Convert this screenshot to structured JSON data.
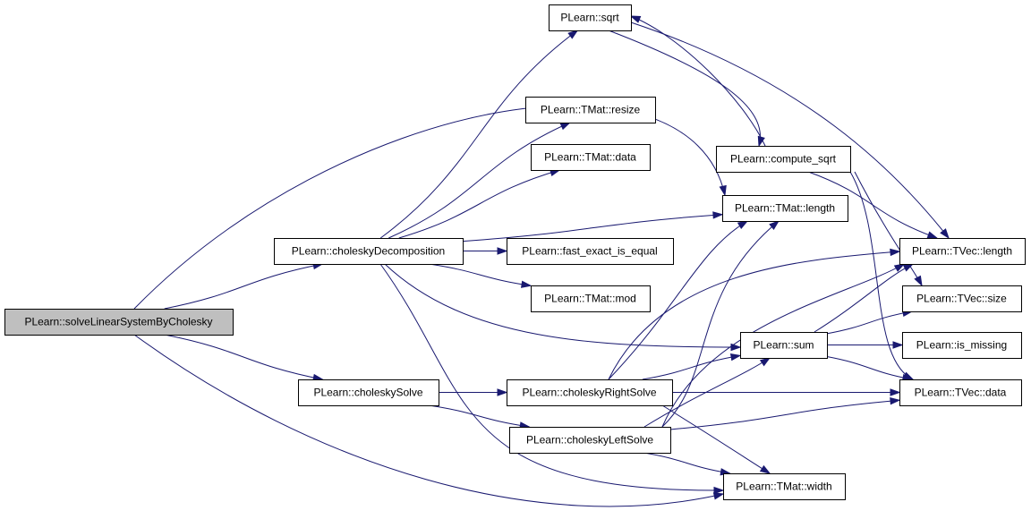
{
  "diagram": {
    "type": "call-graph",
    "colors": {
      "edge": "#191970",
      "root_fill": "#bfbfbf",
      "node_fill": "#ffffff",
      "border": "#000000"
    },
    "nodes": [
      {
        "id": "solve",
        "label": "PLearn::solveLinearSystemByCholesky",
        "root": true
      },
      {
        "id": "chol",
        "label": "PLearn::choleskyDecomposition"
      },
      {
        "id": "cholsolve",
        "label": "PLearn::choleskySolve"
      },
      {
        "id": "sqrt",
        "label": "PLearn::sqrt"
      },
      {
        "id": "resize",
        "label": "PLearn::TMat::resize"
      },
      {
        "id": "tmatdata",
        "label": "PLearn::TMat::data"
      },
      {
        "id": "fastequal",
        "label": "PLearn::fast_exact_is_equal"
      },
      {
        "id": "mod",
        "label": "PLearn::TMat::mod"
      },
      {
        "id": "rightsolve",
        "label": "PLearn::choleskyRightSolve"
      },
      {
        "id": "leftsolve",
        "label": "PLearn::choleskyLeftSolve"
      },
      {
        "id": "computesqrt",
        "label": "PLearn::compute_sqrt"
      },
      {
        "id": "tmatlength",
        "label": "PLearn::TMat::length"
      },
      {
        "id": "sum",
        "label": "PLearn::sum"
      },
      {
        "id": "tmatwidth",
        "label": "PLearn::TMat::width"
      },
      {
        "id": "tveclength",
        "label": "PLearn::TVec::length"
      },
      {
        "id": "tvecsize",
        "label": "PLearn::TVec::size"
      },
      {
        "id": "ismissing",
        "label": "PLearn::is_missing"
      },
      {
        "id": "tvecdata",
        "label": "PLearn::TVec::data"
      }
    ],
    "edges": [
      {
        "from": "solve",
        "to": "chol"
      },
      {
        "from": "solve",
        "to": "cholsolve"
      },
      {
        "from": "solve",
        "to": "tmatlength"
      },
      {
        "from": "solve",
        "to": "tmatwidth"
      },
      {
        "from": "chol",
        "to": "sqrt"
      },
      {
        "from": "chol",
        "to": "resize"
      },
      {
        "from": "chol",
        "to": "tmatdata"
      },
      {
        "from": "chol",
        "to": "tmatlength"
      },
      {
        "from": "chol",
        "to": "fastequal"
      },
      {
        "from": "chol",
        "to": "mod"
      },
      {
        "from": "chol",
        "to": "sum"
      },
      {
        "from": "chol",
        "to": "tmatwidth"
      },
      {
        "from": "cholsolve",
        "to": "rightsolve"
      },
      {
        "from": "cholsolve",
        "to": "leftsolve"
      },
      {
        "from": "sqrt",
        "to": "computesqrt"
      },
      {
        "from": "sqrt",
        "to": "tveclength"
      },
      {
        "from": "computesqrt",
        "to": "sqrt"
      },
      {
        "from": "computesqrt",
        "to": "tveclength"
      },
      {
        "from": "computesqrt",
        "to": "tvecsize"
      },
      {
        "from": "computesqrt",
        "to": "tvecdata"
      },
      {
        "from": "rightsolve",
        "to": "tmatlength"
      },
      {
        "from": "rightsolve",
        "to": "sum"
      },
      {
        "from": "rightsolve",
        "to": "tveclength"
      },
      {
        "from": "rightsolve",
        "to": "tvecdata"
      },
      {
        "from": "rightsolve",
        "to": "tmatwidth"
      },
      {
        "from": "leftsolve",
        "to": "tmatlength"
      },
      {
        "from": "leftsolve",
        "to": "sum"
      },
      {
        "from": "leftsolve",
        "to": "tveclength"
      },
      {
        "from": "leftsolve",
        "to": "tvecdata"
      },
      {
        "from": "leftsolve",
        "to": "tmatwidth"
      },
      {
        "from": "sum",
        "to": "tveclength"
      },
      {
        "from": "sum",
        "to": "tvecsize"
      },
      {
        "from": "sum",
        "to": "ismissing"
      },
      {
        "from": "sum",
        "to": "tvecdata"
      }
    ]
  }
}
